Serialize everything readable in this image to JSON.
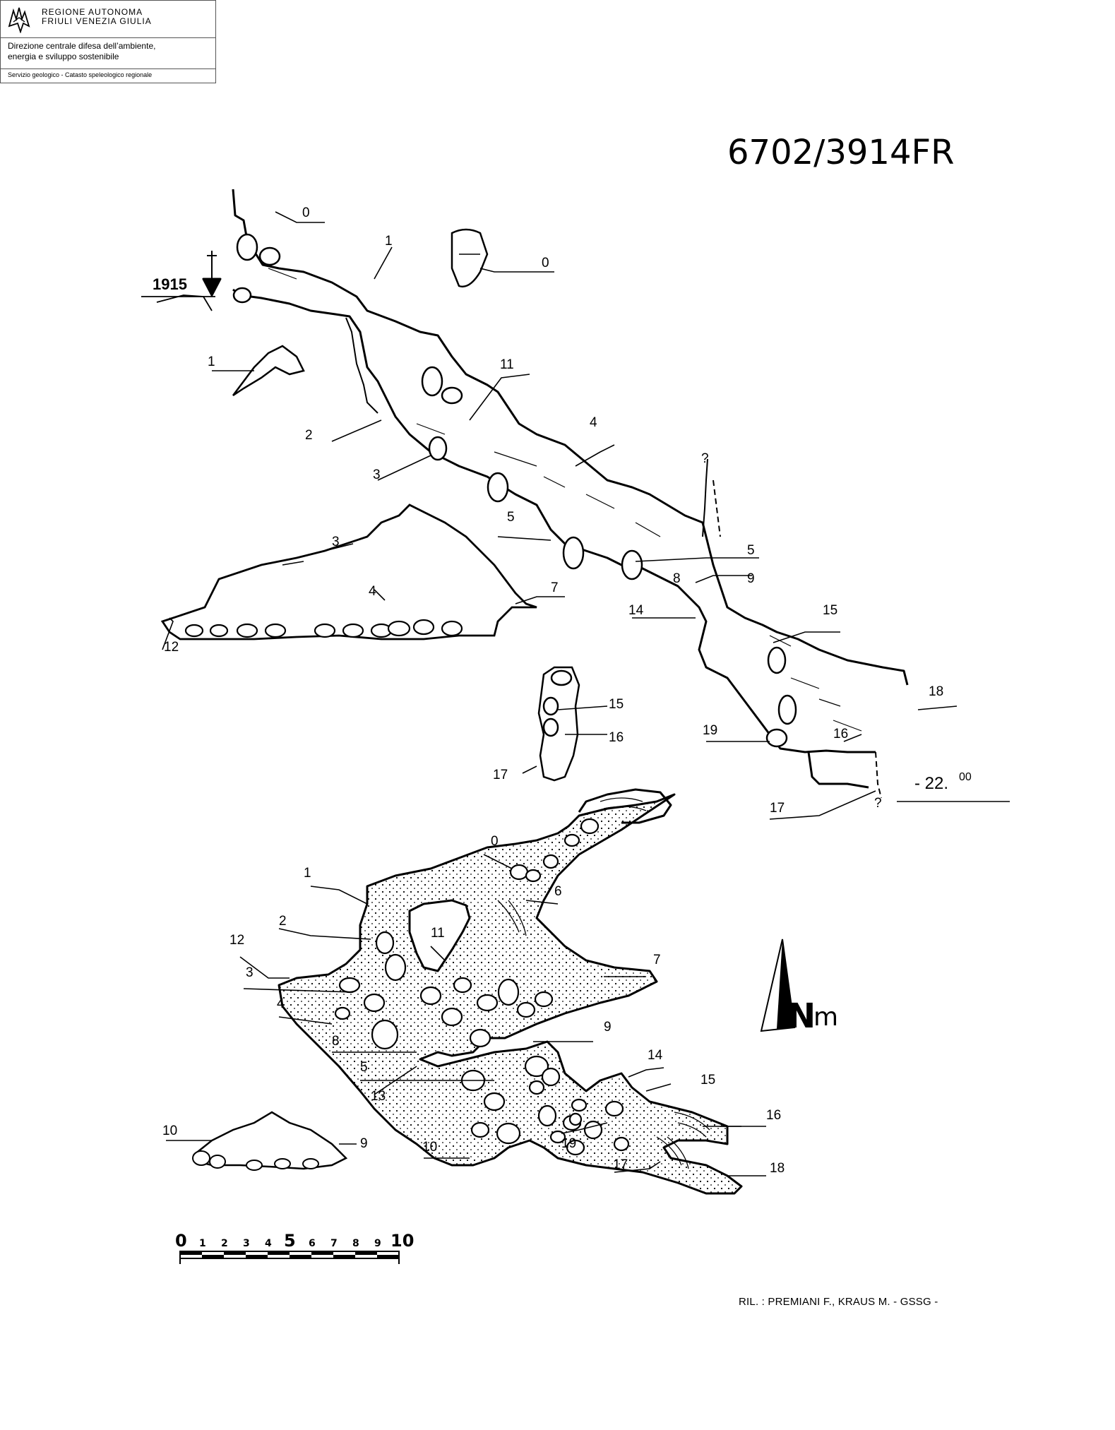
{
  "header": {
    "region_line1": "REGIONE AUTONOMA",
    "region_line2": "FRIULI VENEZIA GIULIA",
    "department_line1": "Direzione centrale difesa dell’ambiente,",
    "department_line2": "energia e sviluppo sostenibile",
    "service": "Servizio geologico - Catasto speleologico regionale"
  },
  "cave_id": "6702/3914FR",
  "credits": "RIL. : PREMIANI F., KRAUS M. - GSSG -",
  "section": {
    "entrance_elevation": "1915",
    "depth_label": "- 22.",
    "depth_decimals": "00",
    "unknown_mark": "?",
    "station_labels": [
      "0",
      "1",
      "2",
      "3",
      "4",
      "5",
      "8",
      "9",
      "11",
      "14",
      "15",
      "16",
      "17",
      "18",
      "19"
    ]
  },
  "cross_sections": [
    {
      "labels": [
        "0"
      ]
    },
    {
      "labels": [
        "1"
      ]
    },
    {
      "labels": [
        "3",
        "4",
        "7",
        "12"
      ]
    },
    {
      "labels": [
        "15",
        "16",
        "17"
      ]
    },
    {
      "labels": [
        "10",
        "9"
      ]
    }
  ],
  "plan": {
    "station_labels": [
      "0",
      "1",
      "2",
      "3",
      "4",
      "5",
      "6",
      "7",
      "8",
      "9",
      "10",
      "11",
      "12",
      "13",
      "14",
      "15",
      "16",
      "17",
      "18",
      "19"
    ]
  },
  "north_arrow": {
    "label_main": "N",
    "label_sub": "m"
  },
  "scale_bar": {
    "ticks": [
      "0",
      "1",
      "2",
      "3",
      "4",
      "5",
      "6",
      "7",
      "8",
      "9",
      "10"
    ]
  }
}
